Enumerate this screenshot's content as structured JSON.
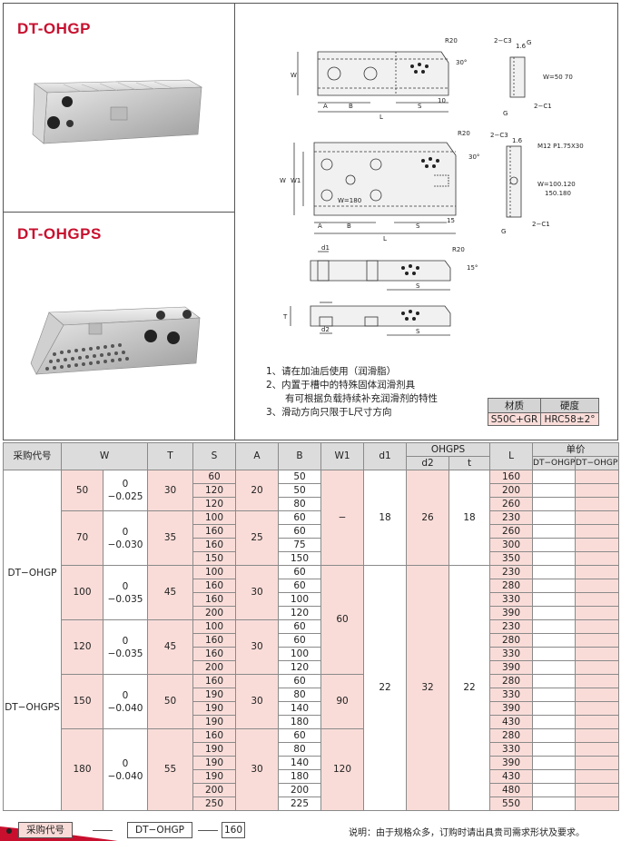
{
  "products": {
    "p1": "DT-OHGP",
    "p2": "DT-OHGPS"
  },
  "notes": [
    "1、请在加油后使用（润滑脂）",
    "2、内置于槽中的特殊固体润滑剂具",
    "　　有可根据负载持续补充润滑剂的特性",
    "3、滑动方向只限于L尺寸方向"
  ],
  "material": {
    "head_material": "材质",
    "head_hardness": "硬度",
    "material": "S50C+GR",
    "hardness": "HRC58±2°"
  },
  "drawing": {
    "a": "A",
    "b": "B",
    "s": "S",
    "l": "L",
    "w": "W",
    "w1": "W1",
    "t": "T",
    "r20": "R20",
    "angle30": "30°",
    "angle15": "15°",
    "d1": "d1",
    "d2": "d2",
    "c3": "2−C3",
    "c1": "2−C1",
    "g": "G",
    "v16": "1.6",
    "v10": "10",
    "v15": "15",
    "wsmall": "W=50 70",
    "wlarge1": "W=100.120",
    "wlarge2": "150.180",
    "m12": "M12  P1.75X30",
    "w180": "W=180"
  },
  "table": {
    "headers": {
      "code": "采购代号",
      "w": "W",
      "t": "T",
      "s": "S",
      "a": "A",
      "b": "B",
      "w1": "W1",
      "d1": "d1",
      "ohgps": "OHGPS",
      "d2": "d2",
      "tt": "t",
      "l": "L",
      "price": "单价",
      "p1": "DT−OHGP",
      "p2": "DT−OHGPS"
    },
    "code1": "DT−OHGP",
    "code2": "DT−OHGPS",
    "groups": [
      {
        "w": "50",
        "tol": [
          "0",
          "−0.025"
        ],
        "t": "30",
        "a": "20",
        "rows": [
          {
            "s": "60",
            "b": "50",
            "l": "160"
          },
          {
            "s": "120",
            "b": "50",
            "l": "200"
          },
          {
            "s": "120",
            "b": "80",
            "l": "260"
          }
        ]
      },
      {
        "w": "70",
        "tol": [
          "0",
          "−0.030"
        ],
        "t": "35",
        "a": "25",
        "rows": [
          {
            "s": "100",
            "b": "60",
            "l": "230"
          },
          {
            "s": "160",
            "b": "60",
            "l": "260"
          },
          {
            "s": "160",
            "b": "75",
            "l": "300"
          },
          {
            "s": "150",
            "b": "150",
            "l": "350"
          }
        ]
      },
      {
        "w": "100",
        "tol": [
          "0",
          "−0.035"
        ],
        "t": "45",
        "a": "30",
        "rows": [
          {
            "s": "100",
            "b": "60",
            "l": "230"
          },
          {
            "s": "160",
            "b": "60",
            "l": "280"
          },
          {
            "s": "160",
            "b": "100",
            "l": "330"
          },
          {
            "s": "200",
            "b": "120",
            "l": "390"
          }
        ]
      },
      {
        "w": "120",
        "tol": [
          "0",
          "−0.035"
        ],
        "t": "45",
        "a": "30",
        "rows": [
          {
            "s": "100",
            "b": "60",
            "l": "230"
          },
          {
            "s": "160",
            "b": "60",
            "l": "280"
          },
          {
            "s": "160",
            "b": "100",
            "l": "330"
          },
          {
            "s": "200",
            "b": "120",
            "l": "390"
          }
        ]
      },
      {
        "w": "150",
        "tol": [
          "0",
          "−0.040"
        ],
        "t": "50",
        "a": "30",
        "rows": [
          {
            "s": "160",
            "b": "60",
            "l": "280"
          },
          {
            "s": "190",
            "b": "80",
            "l": "330"
          },
          {
            "s": "190",
            "b": "140",
            "l": "390"
          },
          {
            "s": "190",
            "b": "180",
            "l": "430"
          }
        ]
      },
      {
        "w": "180",
        "tol": [
          "0",
          "−0.040"
        ],
        "t": "55",
        "a": "30",
        "rows": [
          {
            "s": "160",
            "b": "60",
            "l": "280"
          },
          {
            "s": "190",
            "b": "80",
            "l": "330"
          },
          {
            "s": "190",
            "b": "140",
            "l": "390"
          },
          {
            "s": "190",
            "b": "180",
            "l": "430"
          },
          {
            "s": "200",
            "b": "200",
            "l": "480"
          },
          {
            "s": "250",
            "b": "225",
            "l": "550"
          }
        ]
      }
    ],
    "w1": [
      "−",
      "60",
      "90",
      "120"
    ],
    "d1": [
      "18",
      "22"
    ],
    "d2": [
      "26",
      "32"
    ],
    "tv": [
      "18",
      "22"
    ]
  },
  "footer": {
    "label": "采购代号",
    "code": "DT−OHGP",
    "length": "160",
    "note": "说明：由于规格众多，订购时请出具贵司需求形状及要求。"
  },
  "colors": {
    "title_red": "#c8102e",
    "pink": "#f9dcd8",
    "header_gray": "#dcdcdc"
  }
}
